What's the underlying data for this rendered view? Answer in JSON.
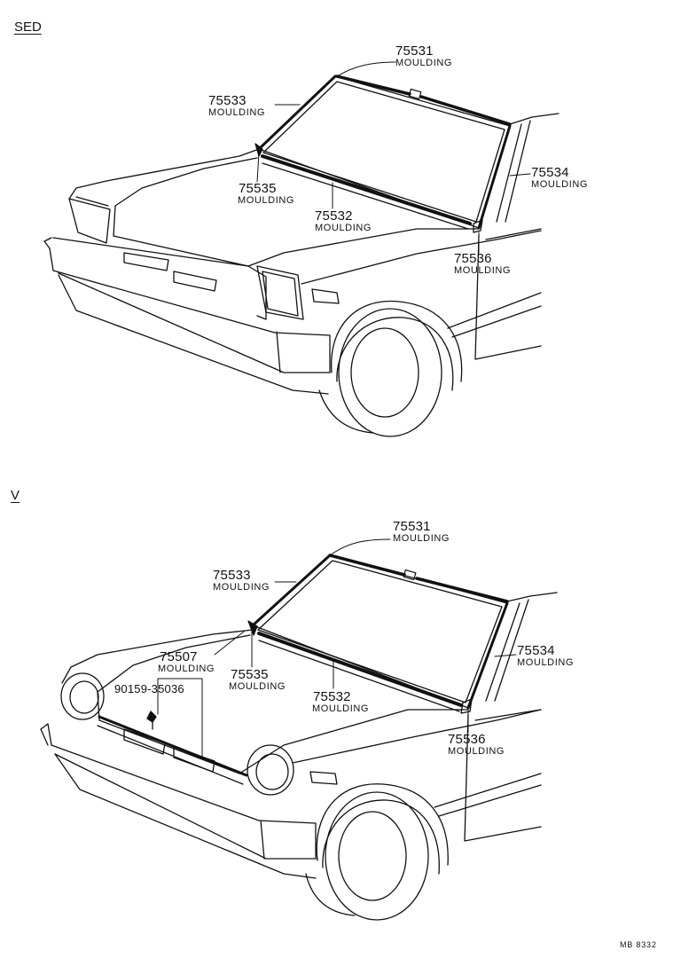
{
  "sections": {
    "sed": {
      "label": "SED",
      "parts": [
        {
          "number": "75531",
          "name": "MOULDING"
        },
        {
          "number": "75533",
          "name": "MOULDING"
        },
        {
          "number": "75534",
          "name": "MOULDING"
        },
        {
          "number": "75535",
          "name": "MOULDING"
        },
        {
          "number": "75532",
          "name": "MOULDING"
        },
        {
          "number": "75536",
          "name": "MOULDING"
        }
      ]
    },
    "v": {
      "label": "V",
      "parts": [
        {
          "number": "75531",
          "name": "MOULDING"
        },
        {
          "number": "75533",
          "name": "MOULDING"
        },
        {
          "number": "75534",
          "name": "MOULDING"
        },
        {
          "number": "75507",
          "name": "MOULDING"
        },
        {
          "number": "90159-35036",
          "name": ""
        },
        {
          "number": "75535",
          "name": "MOULDING"
        },
        {
          "number": "75532",
          "name": "MOULDING"
        },
        {
          "number": "75536",
          "name": "MOULDING"
        }
      ]
    }
  },
  "footer": {
    "code": "MB 8332"
  },
  "colors": {
    "line": "#111111",
    "background": "#ffffff"
  }
}
